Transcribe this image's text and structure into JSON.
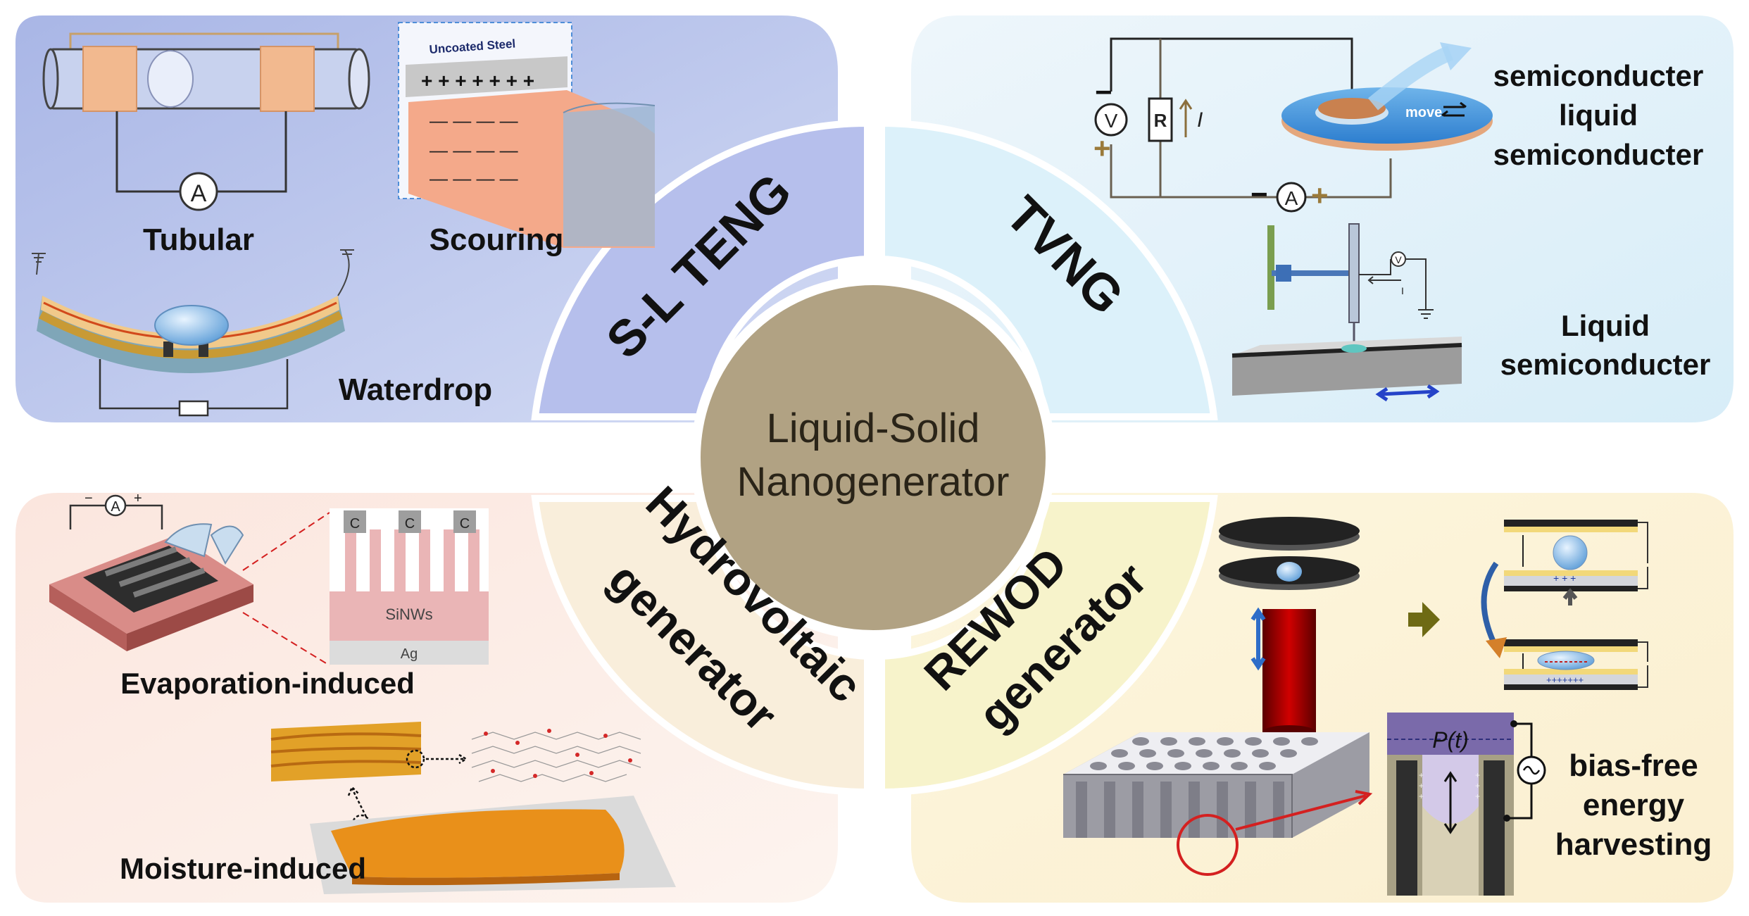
{
  "center": {
    "line1": "Liquid-Solid",
    "line2": "Nanogenerator"
  },
  "quadrants": {
    "top_left": {
      "title": "S-L TENG",
      "labels": {
        "tubular": "Tubular",
        "scouring": "Scouring",
        "waterdrop": "Waterdrop",
        "uncoated_steel": "Uncoated Steel",
        "ammeter": "A"
      }
    },
    "top_right": {
      "title": "TVNG",
      "labels": {
        "semi_top": "semiconducter",
        "liquid": "liquid",
        "semi_bottom": "semiconducter",
        "move": "move",
        "resistor": "R",
        "current": "I",
        "voltmeter": "V",
        "ammeter": "A",
        "liquid2": "Liquid",
        "semi2": "semiconducter",
        "small_v": "V",
        "small_i": "I"
      }
    },
    "bottom_left": {
      "title_line1": "Hydrovoltaic",
      "title_line2": "generator",
      "labels": {
        "evaporation": "Evaporation-induced",
        "moisture": "Moisture-induced",
        "sinws": "SiNWs",
        "ag": "Ag",
        "c": "C",
        "ammeter": "A",
        "minus": "−",
        "plus": "+"
      }
    },
    "bottom_right": {
      "title_line1": "REWOD",
      "title_line2": "generator",
      "labels": {
        "pt": "P(t)",
        "bias1": "bias-free",
        "bias2": "energy",
        "bias3": "harvesting"
      }
    }
  },
  "colors": {
    "center_circle": "#B1A283",
    "tl_panel": "#B9C4EC",
    "tr_panel": "#E3F1FA",
    "bl_panel": "#FBEDE6",
    "br_panel": "#FBF3D6",
    "tl_arc": "#B5BDEB",
    "tr_arc": "#DDF2FA",
    "bl_arc": "#F8EEDC",
    "br_arc": "#F7F3CC"
  }
}
